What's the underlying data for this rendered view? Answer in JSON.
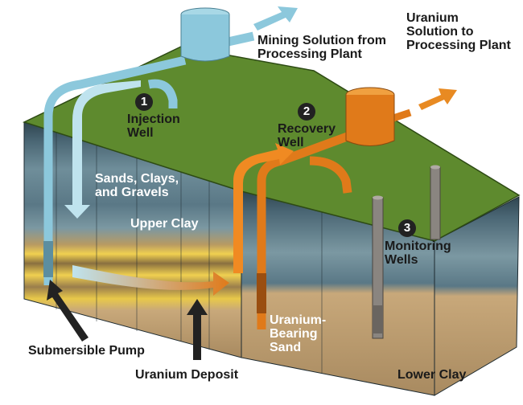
{
  "labels": {
    "mining_solution": "Mining Solution from Processing Plant",
    "uranium_solution": "Uranium Solution to Processing Plant",
    "injection_well": {
      "number": "1",
      "text": "Injection Well"
    },
    "recovery_well": {
      "number": "2",
      "text": "Recovery Well"
    },
    "monitoring_wells": {
      "number": "3",
      "text": "Monitoring Wells"
    },
    "sands": "Sands, Clays, and Gravels",
    "upper_clay": "Upper Clay",
    "uranium_bearing_sand": "Uranium-Bearing Sand",
    "submersible_pump": "Submersible Pump",
    "uranium_deposit": "Uranium Deposit",
    "lower_clay": "Lower Clay"
  },
  "colors": {
    "surface": "#5e8a2e",
    "injection": "#8cc8dc",
    "recovery": "#e07a1a",
    "monitoring": "#8a8580",
    "ore": "#f0d050",
    "lower_clay": "#c8a87a"
  }
}
